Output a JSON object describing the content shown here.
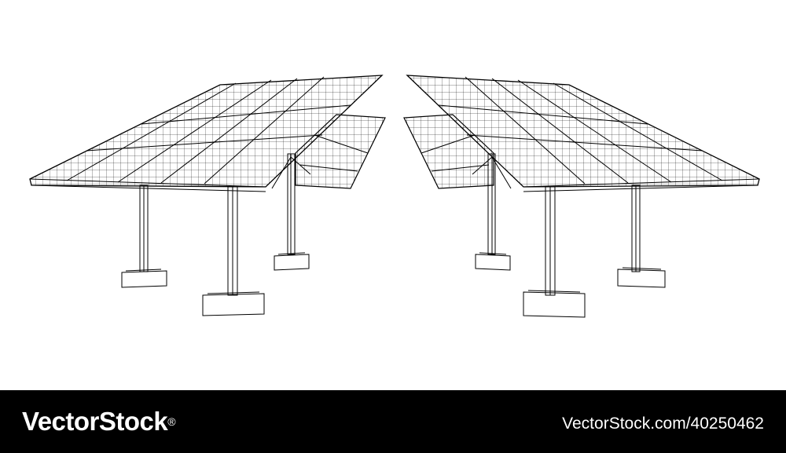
{
  "image": {
    "subject": "solar-panel-trackers",
    "colors": {
      "background": "#ffffff",
      "line": "#000000",
      "footer": "#000000",
      "footer_text": "#ffffff"
    }
  },
  "footer": {
    "brand": "VectorStock",
    "registered_mark": "®",
    "stock_id": "VectorStock.com/40250462"
  }
}
